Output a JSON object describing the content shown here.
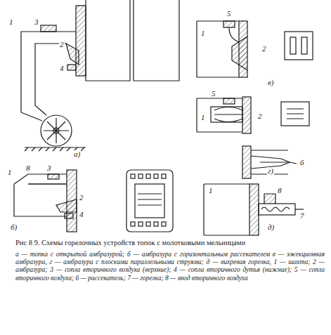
{
  "diagram": {
    "caption": "Рис 8 9. Схемы горелочных устройств топок с молотковыми мельницами",
    "labels": [
      "1",
      "3",
      "2",
      "4",
      "а)",
      "1",
      "8",
      "3",
      "2",
      "4",
      "б)",
      "5",
      "1",
      "2",
      "в)",
      "5",
      "1",
      "2",
      "6",
      "г)",
      "1",
      "8",
      "7",
      "д)",
      "а — топка с открытой амбразурой; б — амбразура с горизонтальным рассекателем в — эжекционная амбразура, г — амбразура с плоскими параллельными струями; д — вихревая горелка, 1 — шахта; 2 — амбразура; 3 — сопла вторичного воздуха (верхние); 4 — сопла вторичного дутья (нижние); 5 — сопла вторичного воздуха; 6 — рассекатель; 7 — горелка; 8 — ввод вторичного воздуха"
    ]
  }
}
